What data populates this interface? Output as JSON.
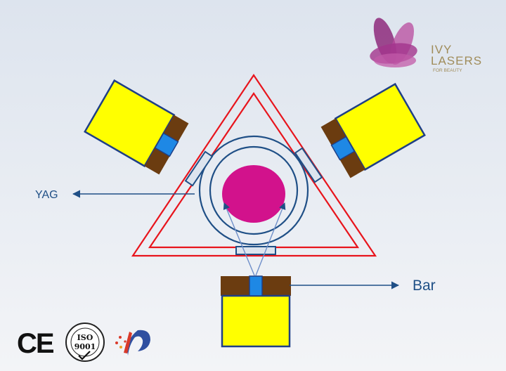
{
  "labels": {
    "yag": "YAG",
    "bar": "Bar"
  },
  "logo": {
    "line1": "IVY",
    "line2": "LASERS",
    "tagline": "FOR BEAUTY"
  },
  "certifications": {
    "ce": "CE",
    "iso_top": "ISO",
    "iso_number": "9001"
  },
  "colors": {
    "triangle": "#e8141c",
    "ring": "#1f4f86",
    "crystal": "#d2128c",
    "module_body": "#ffff00",
    "module_border": "#1f3f86",
    "heatsink": "#6b3c10",
    "diode": "#1e88e5",
    "arrow": "#1f4f86",
    "logo_purple": "#9c2f83",
    "logo_gold": "#a08c5a"
  },
  "icons": [
    "arrow-left-icon",
    "arrow-right-icon",
    "lotus-logo-icon",
    "ce-mark-icon",
    "iso-9001-icon",
    "company-mark-icon"
  ]
}
